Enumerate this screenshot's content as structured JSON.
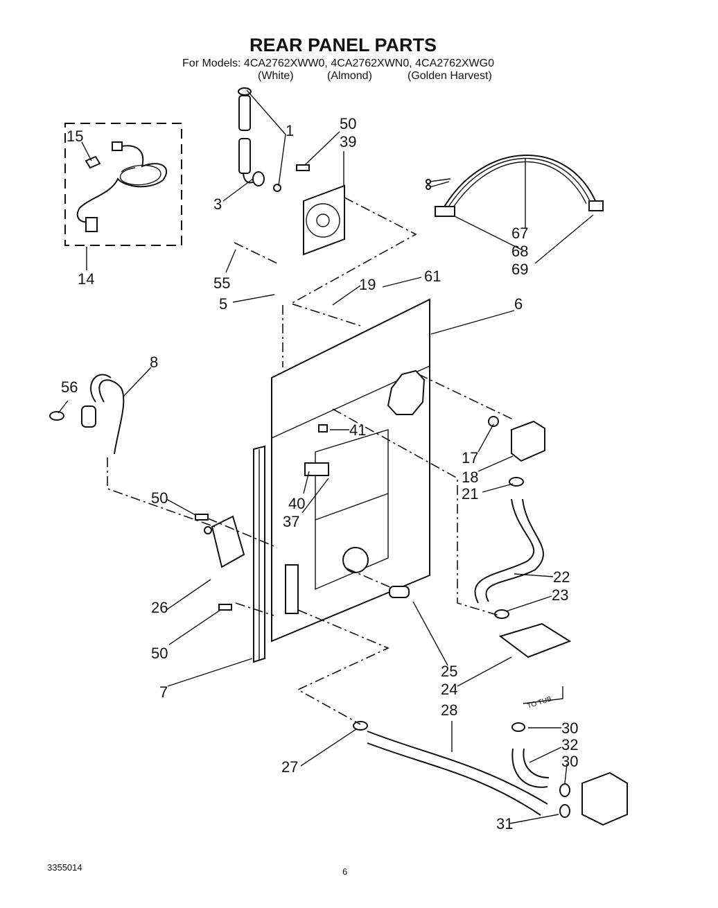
{
  "header": {
    "title": "REAR PANEL PARTS",
    "models": "For Models: 4CA2762XWW0, 4CA2762XWN0, 4CA2762XWG0",
    "color_1": "(White)",
    "color_2": "(Almond)",
    "color_3": "(Golden Harvest)"
  },
  "labels": {
    "to_tub": "TO TUB"
  },
  "callouts": [
    "1",
    "3",
    "14",
    "15",
    "50",
    "39",
    "55",
    "5",
    "19",
    "61",
    "6",
    "67",
    "68",
    "69",
    "8",
    "56",
    "41",
    "17",
    "18",
    "40",
    "37",
    "21",
    "50",
    "22",
    "23",
    "26",
    "50",
    "7",
    "25",
    "24",
    "28",
    "27",
    "30",
    "32",
    "30",
    "31"
  ],
  "footer": {
    "doc_number": "3355014",
    "page_number": "6"
  }
}
